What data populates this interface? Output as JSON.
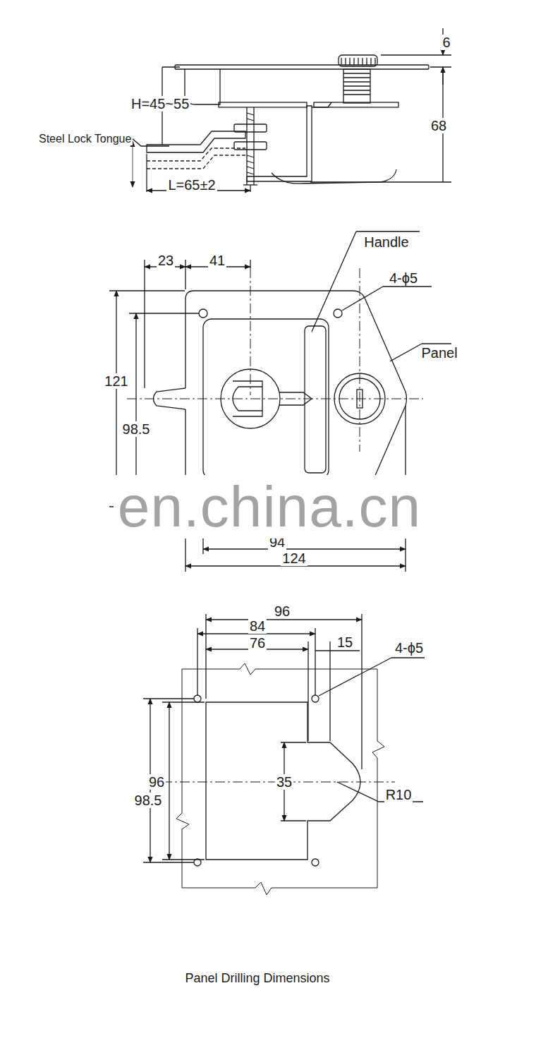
{
  "diagram": {
    "caption": "Panel Drilling Dimensions",
    "labels": [
      "6",
      "H=45~55",
      "68",
      "Steel Lock Tongue",
      "L=65±2",
      "23",
      "41",
      "Handle",
      "4-ϕ5",
      "Panel",
      "121",
      "98.5",
      "94",
      "124",
      "en.china.cn",
      "96",
      "84",
      "76",
      "15",
      "4-ϕ5",
      "96",
      "35",
      "98.5",
      "R10"
    ]
  }
}
